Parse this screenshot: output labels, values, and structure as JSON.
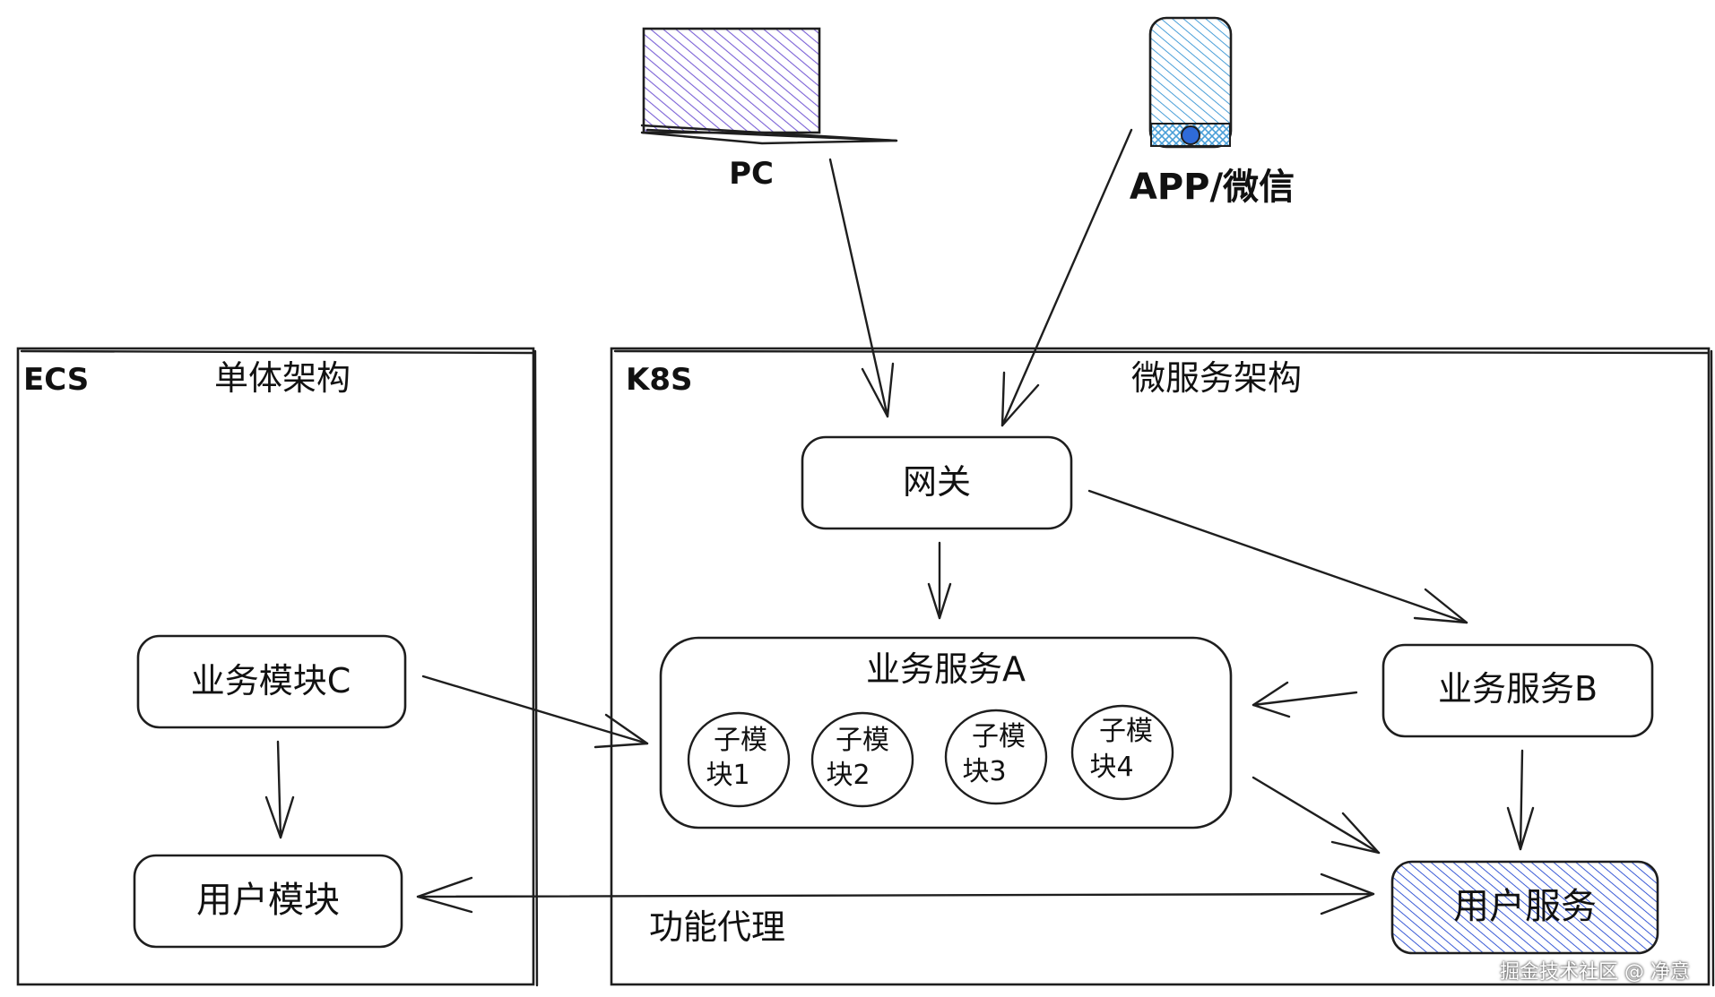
{
  "devices": {
    "pc": {
      "label": "PC"
    },
    "app": {
      "label": "APP/微信"
    }
  },
  "ecs": {
    "tag": "ECS",
    "title": "单体架构"
  },
  "k8s": {
    "tag": "K8S",
    "title": "微服务架构"
  },
  "nodes": {
    "gateway": "网关",
    "service_a": "业务服务A",
    "service_b": "业务服务B",
    "user_service": "用户服务",
    "module_c": "业务模块C",
    "user_module": "用户模块"
  },
  "submodules": [
    {
      "line1": "子模",
      "line2": "块1"
    },
    {
      "line1": "子模",
      "line2": "块2"
    },
    {
      "line1": "子模",
      "line2": "块3"
    },
    {
      "line1": "子模",
      "line2": "块4"
    }
  ],
  "edge_labels": {
    "proxy": "功能代理"
  },
  "watermark": "掘金技术社区 @ 净意",
  "colors": {
    "pc_hatch": "#7b61d6",
    "app_hatch": "#4a9fd8",
    "user_service_hatch": "#3b5bd6"
  }
}
